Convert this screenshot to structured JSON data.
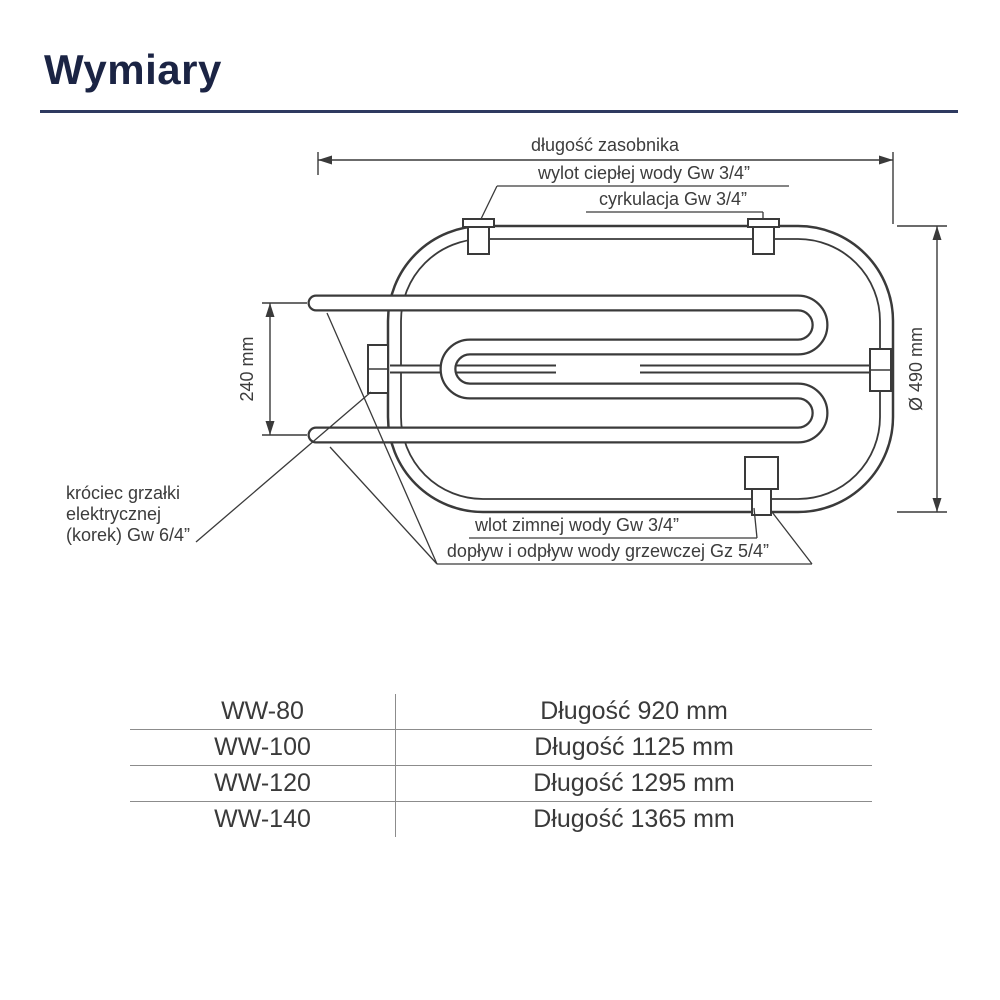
{
  "page": {
    "title": "Wymiary"
  },
  "diagram": {
    "dim_length_label": "długość zasobnika",
    "hot_water_outlet": "wylot ciepłej wody Gw 3/4”",
    "circulation": "cyrkulacja Gw 3/4”",
    "dim_240": "240 mm",
    "dim_diameter": "Ø 490 mm",
    "heater_label_line1": "króciec grzałki",
    "heater_label_line2": "elektrycznej",
    "heater_label_line3": "(korek) Gw 6/4”",
    "cold_water_inlet": "wlot zimnej wody Gw 3/4”",
    "heating_water_supply_return": "dopływ i odpływ wody grzewczej Gz 5/4”"
  },
  "table": {
    "rows": [
      {
        "model": "WW-80",
        "length": "Długość 920 mm"
      },
      {
        "model": "WW-100",
        "length": "Długość 1125 mm"
      },
      {
        "model": "WW-120",
        "length": "Długość 1295 mm"
      },
      {
        "model": "WW-140",
        "length": "Długość 1365 mm"
      }
    ]
  }
}
